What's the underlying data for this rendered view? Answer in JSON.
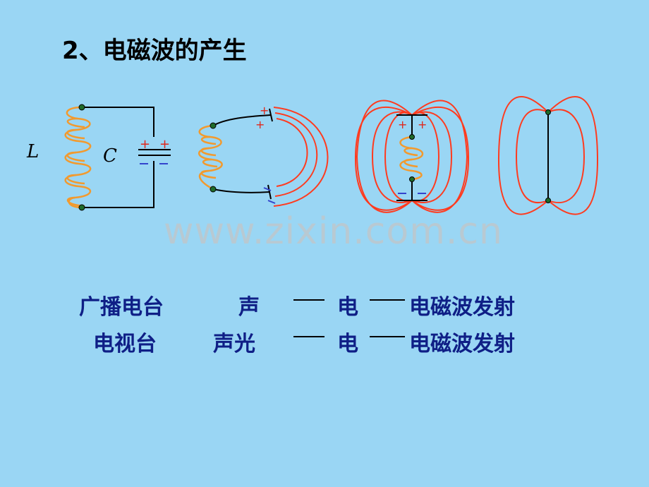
{
  "title": "2、电磁波的产生",
  "circuit": {
    "inductor_label": "L",
    "capacitor_label": "C"
  },
  "watermark": "www.zixin.com.cn",
  "rows": [
    {
      "station": "广播电台",
      "source": "声",
      "mid": "电",
      "result": "电磁波发射"
    },
    {
      "station": "电视台",
      "source": "声光",
      "mid": "电",
      "result": "电磁波发射"
    }
  ],
  "colors": {
    "background": "#9ad6f4",
    "coil": "#f29a2e",
    "field": "#ff3b1f",
    "text": "#0f1f86",
    "plus": "#e0261a",
    "minus": "#3344cc"
  }
}
